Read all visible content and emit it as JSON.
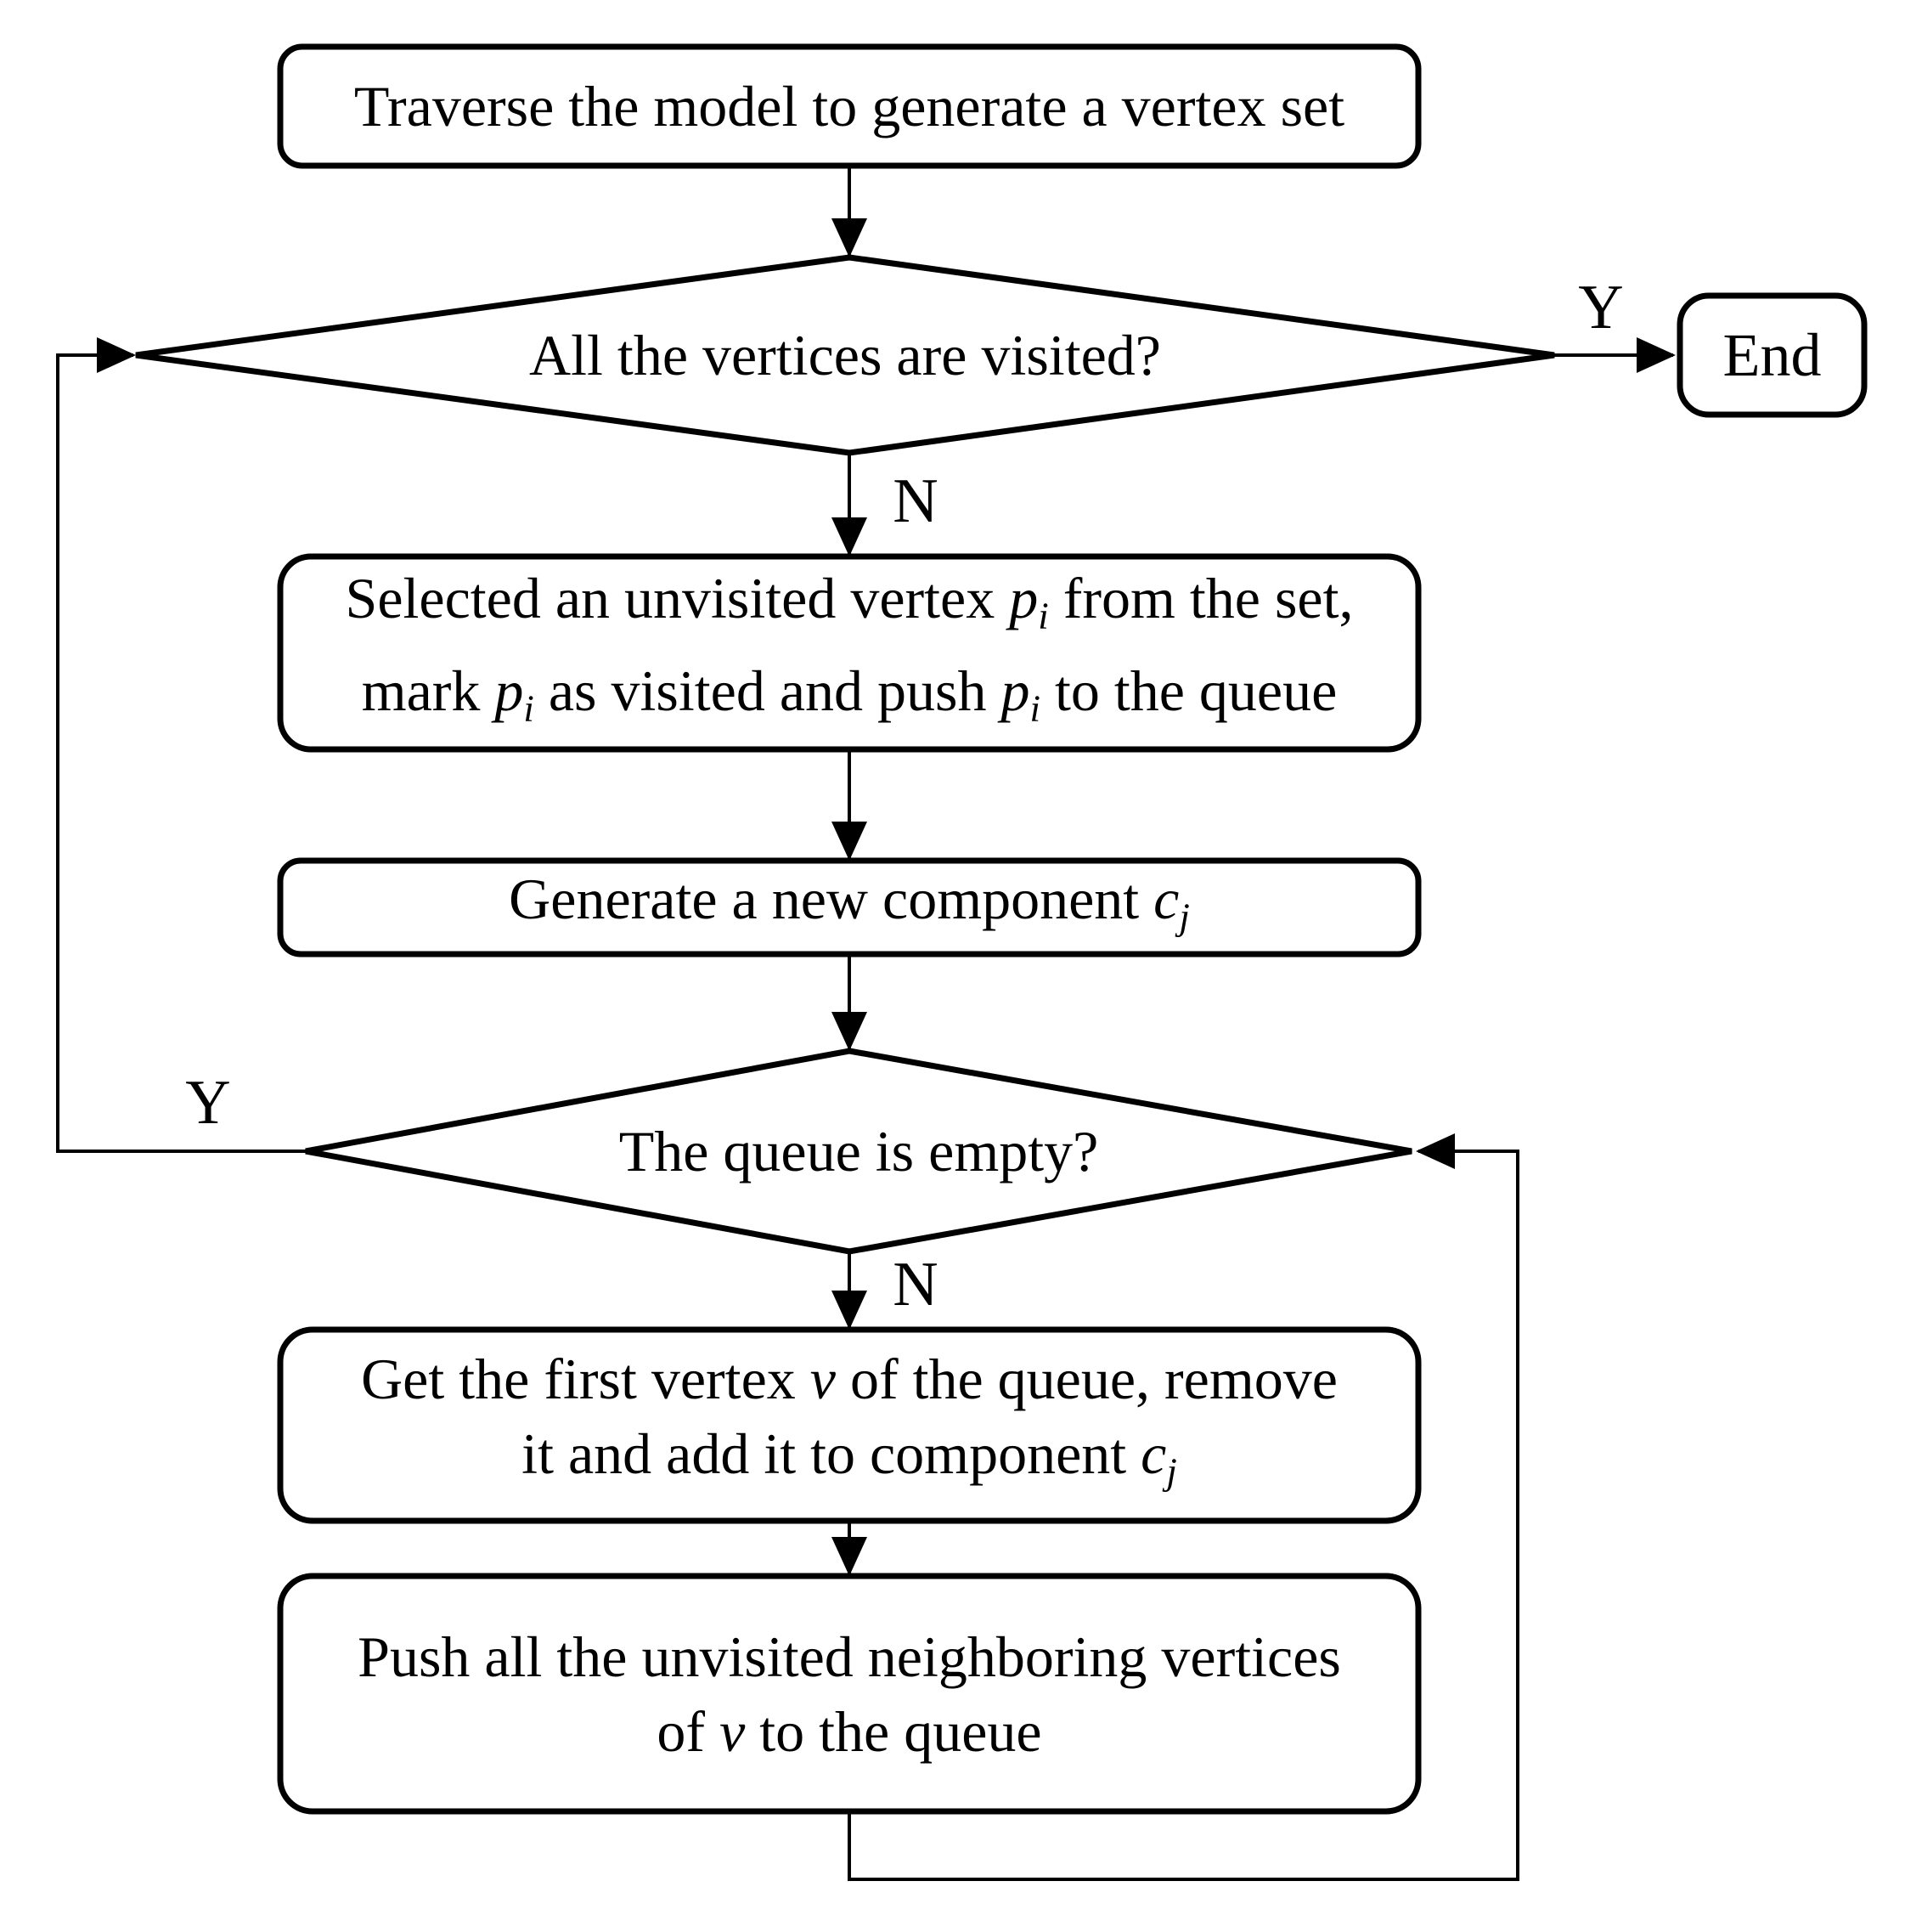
{
  "canvas": {
    "background": "#ffffff",
    "ink": "#000000"
  },
  "nodes": {
    "start": {
      "label": "Traverse the model to generate a vertex set"
    },
    "decision_visited": {
      "label": "All the vertices are visited?"
    },
    "end_node": {
      "label": "End"
    },
    "select_vertex": {
      "line1_pre": "Selected an unvisited vertex ",
      "line1_var": "p",
      "line1_sub": "i",
      "line1_post": " from the set,",
      "line2_pre": "mark ",
      "line2_var1": "p",
      "line2_sub1": "i",
      "line2_mid": " as visited and push ",
      "line2_var2": "p",
      "line2_sub2": "i",
      "line2_post": " to the queue"
    },
    "generate_component": {
      "pre": "Generate a new component ",
      "var": "c",
      "sub": "j"
    },
    "decision_queue": {
      "label": "The queue is empty?"
    },
    "get_vertex": {
      "line1_pre": "Get the first vertex ",
      "line1_var": "v",
      "line1_post": " of the queue, remove",
      "line2_pre": "it and add it to component ",
      "line2_var": "c",
      "line2_sub": "j"
    },
    "push_neighbors": {
      "line1": "Push all the unvisited neighboring vertices",
      "line2_pre": "of ",
      "line2_var": "v",
      "line2_post": " to the queue"
    }
  },
  "edge_labels": {
    "visited_yes": "Y",
    "visited_no": "N",
    "queue_yes": "Y",
    "queue_no": "N"
  }
}
